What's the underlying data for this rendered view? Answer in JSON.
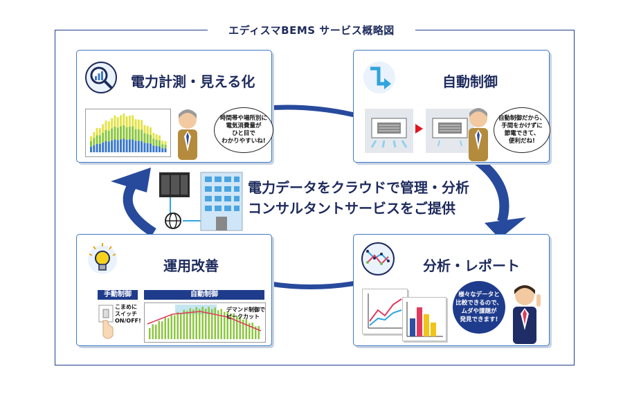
{
  "title": "エディスマBEMS サービス概略図",
  "center": {
    "line1": "電力データをクラウドで管理・分析",
    "line2": "コンサルタントサービスをご提供"
  },
  "cards": {
    "measure": {
      "title": "電力計測・見える化",
      "bubble": [
        "時間帯や場所別に",
        "電気消費量が",
        "ひと目で",
        "わかりやすいね!"
      ]
    },
    "auto": {
      "title": "自動制御",
      "bubble": [
        "自動制御だから、",
        "手間をかけずに",
        "節電できて、",
        "便利だね!"
      ]
    },
    "improve": {
      "title": "運用改善",
      "manual_label": "手動制御",
      "auto_label": "自動制御",
      "manual_text": [
        "こまめに",
        "スイッチ",
        "ON/OFF!"
      ],
      "auto_text": [
        "デマンド制御で",
        "ピークカット"
      ]
    },
    "analysis": {
      "title": "分析・レポート",
      "bubble": [
        "様々なデータと",
        "比較できるので、",
        "ムダや課題が",
        "発見できます!"
      ]
    }
  },
  "colors": {
    "navy": "#1f3c8c",
    "card_border": "#3e79c4",
    "arrow": "#274a9c",
    "bar_green": "#8cc63f",
    "bar_yellow": "#e3e34a",
    "bar_blue": "#3a78c9"
  },
  "icons": [
    "magnifier-chart-icon",
    "automation-arrow-icon",
    "lightbulb-icon",
    "line-chart-icon"
  ]
}
